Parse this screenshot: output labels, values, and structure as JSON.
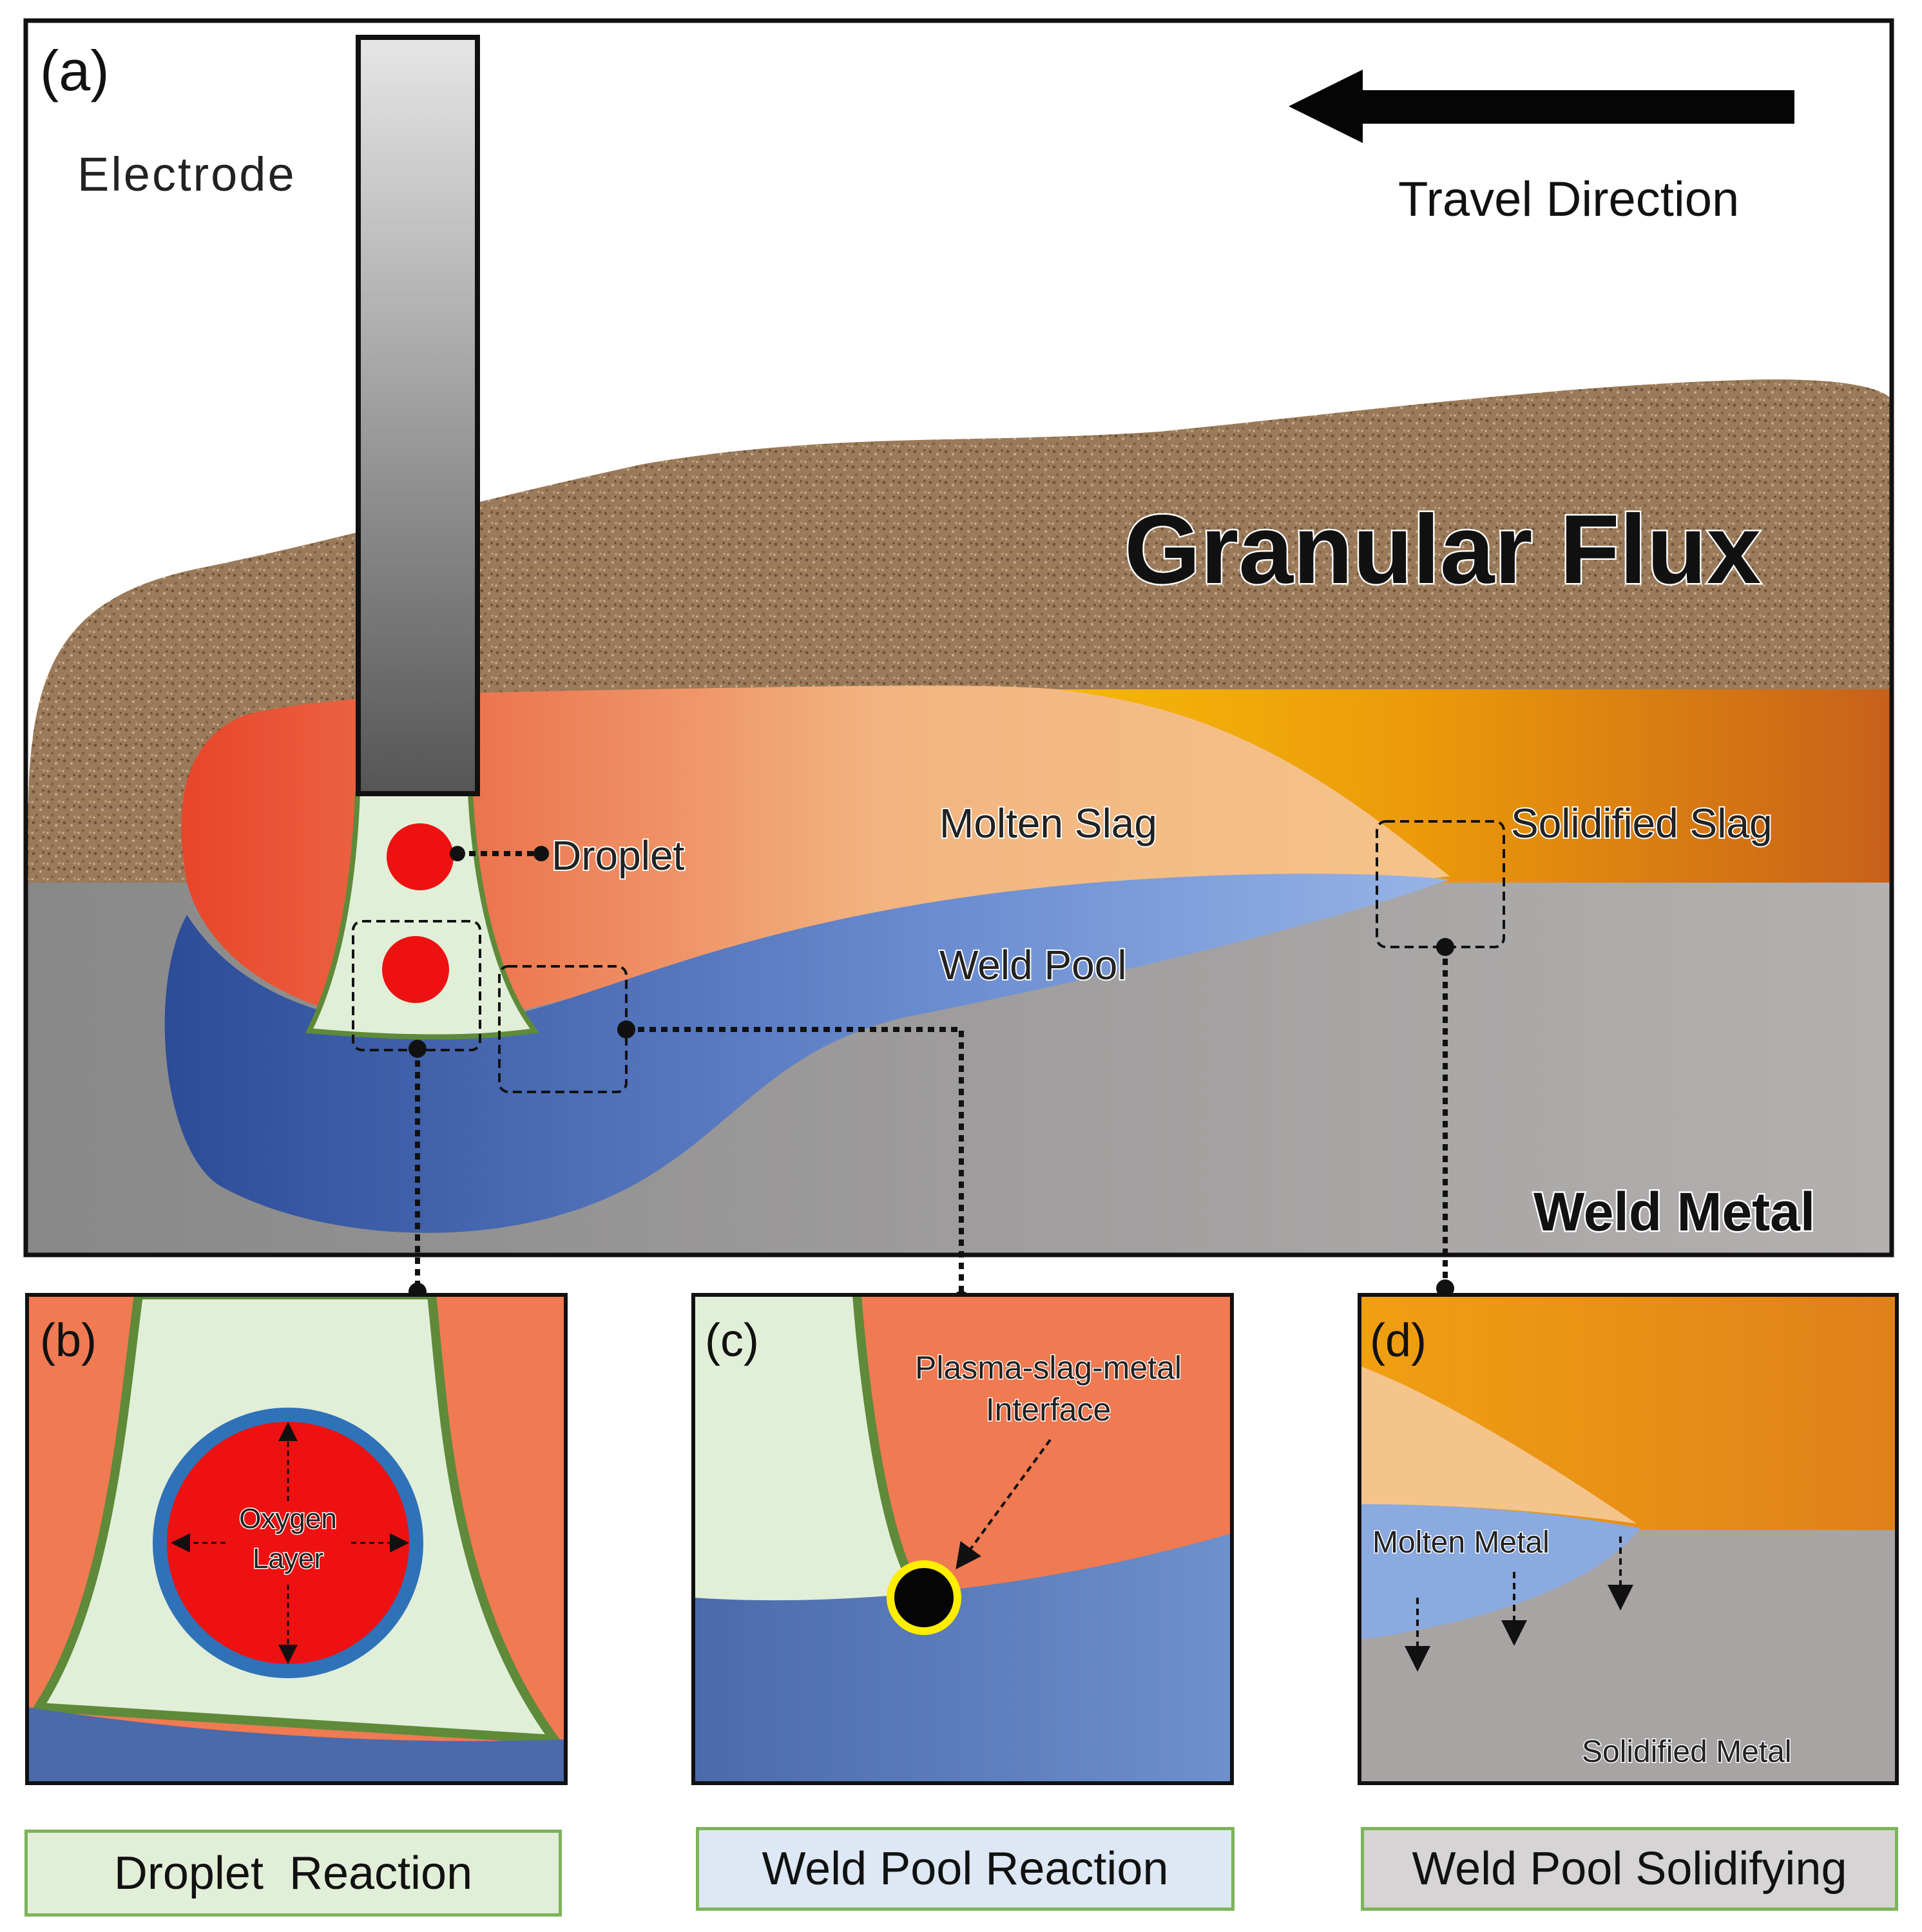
{
  "panels": {
    "a": {
      "label": "(a)",
      "electrode": "Electrode",
      "travel_direction": "Travel Direction",
      "granular_flux": "Granular Flux",
      "droplet": "Droplet",
      "molten_slag": "Molten Slag",
      "solidified_slag": "Solidified Slag",
      "weld_pool": "Weld Pool",
      "weld_metal": "Weld Metal"
    },
    "b": {
      "label": "(b)",
      "oxygen_line1": "Oxygen",
      "oxygen_line2": "Layer",
      "caption": "Droplet  Reaction"
    },
    "c": {
      "label": "(c)",
      "interface_line1": "Plasma-slag-metal",
      "interface_line2": "Interface",
      "caption": "Weld Pool Reaction"
    },
    "d": {
      "label": "(d)",
      "molten_metal": "Molten Metal",
      "solidified_metal": "Solidified Metal",
      "caption": "Weld Pool Solidifying"
    }
  },
  "colors": {
    "flux": "#9a7a5a",
    "molten_slag_hot": "#e8452a",
    "molten_slag_cool": "#f0b07a",
    "solidified_slag": "#e0880f",
    "weld_pool_dark": "#2f4f9a",
    "weld_pool_light": "#8aaae0",
    "weld_metal": "#a8a4a4",
    "plasma": "#e2efd8",
    "droplet": "#ee1111",
    "oxide_ring": "#2f72b8",
    "caption_border": "#7cb45a"
  }
}
